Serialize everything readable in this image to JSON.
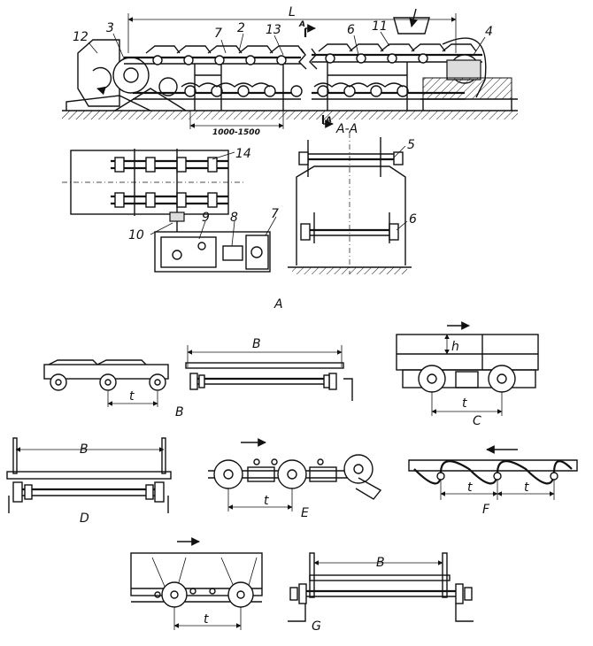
{
  "labels": {
    "L": "L",
    "n12": "12",
    "n3": "3",
    "n7a": "7",
    "n2": "2",
    "n13": "13",
    "A_mark": "A",
    "n6a": "6",
    "n11": "11",
    "n4": "4",
    "dim_1000": "1000-1500",
    "AA": "A-A",
    "A_mark2": "A",
    "n14": "14",
    "n5": "5",
    "n9": "9",
    "n8": "8",
    "n7b": "7",
    "n10": "10",
    "n6b": "6",
    "caption_A": "A",
    "B1": "B",
    "t_b": "t",
    "caption_B": "B",
    "h_c": "h",
    "t_c": "t",
    "caption_C": "C",
    "B2": "B",
    "caption_D": "D",
    "t_e": "t",
    "caption_E": "E",
    "t_f1": "t",
    "t_f2": "t",
    "caption_F": "F",
    "t_g": "t",
    "B3": "B",
    "caption_G": "G"
  }
}
